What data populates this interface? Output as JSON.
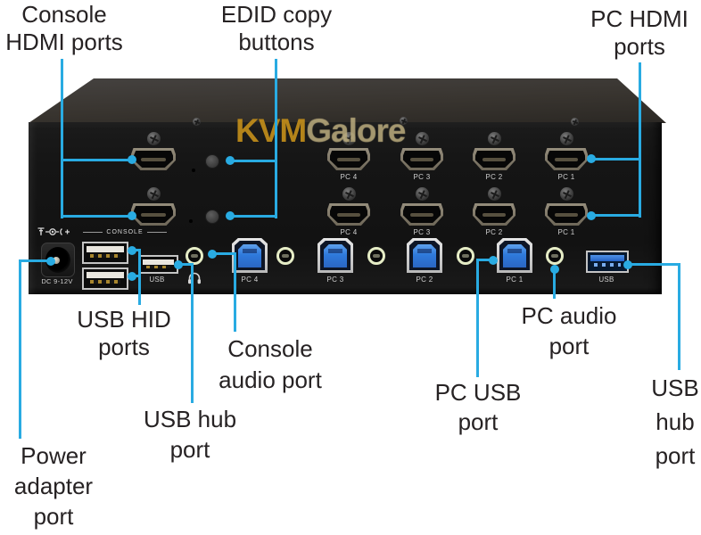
{
  "colors": {
    "callout": "#29abe2",
    "label_text": "#262223",
    "watermark_kvm": "#c18d1a",
    "watermark_galore": "#ad9c70"
  },
  "watermark": {
    "kvm": "KVM",
    "galore": "Galore"
  },
  "callouts": {
    "console_hdmi": {
      "lines": [
        "Console",
        "HDMI ports"
      ]
    },
    "edid": {
      "lines": [
        "EDID copy",
        "buttons"
      ]
    },
    "pc_hdmi": {
      "lines": [
        "PC HDMI",
        "ports"
      ]
    },
    "usb_hid": {
      "lines": [
        "USB HID",
        "ports"
      ]
    },
    "console_audio": {
      "lines": [
        "Console",
        "audio port"
      ]
    },
    "usb_hub_left": {
      "lines": [
        "USB hub",
        "port"
      ]
    },
    "pc_usb": {
      "lines": [
        "PC USB",
        "port"
      ]
    },
    "pc_audio": {
      "lines": [
        "PC audio",
        "port"
      ]
    },
    "usb_hub_right": {
      "lines": [
        "USB",
        "hub",
        "port"
      ]
    },
    "power": {
      "lines": [
        "Power",
        "adapter",
        "port"
      ]
    }
  },
  "device": {
    "console_group_label": "CONSOLE",
    "dc_label": "DC 9-12V",
    "hub_usb_label": "USB",
    "right_usb_label": "USB",
    "hdmi_row1_labels": [
      "PC 4",
      "PC 3",
      "PC 2",
      "PC 1"
    ],
    "hdmi_row2_labels": [
      "PC 4",
      "PC 3",
      "PC 2",
      "PC 1"
    ],
    "usb_b_labels": [
      "PC 4",
      "PC 3",
      "PC 2",
      "PC 1"
    ]
  }
}
